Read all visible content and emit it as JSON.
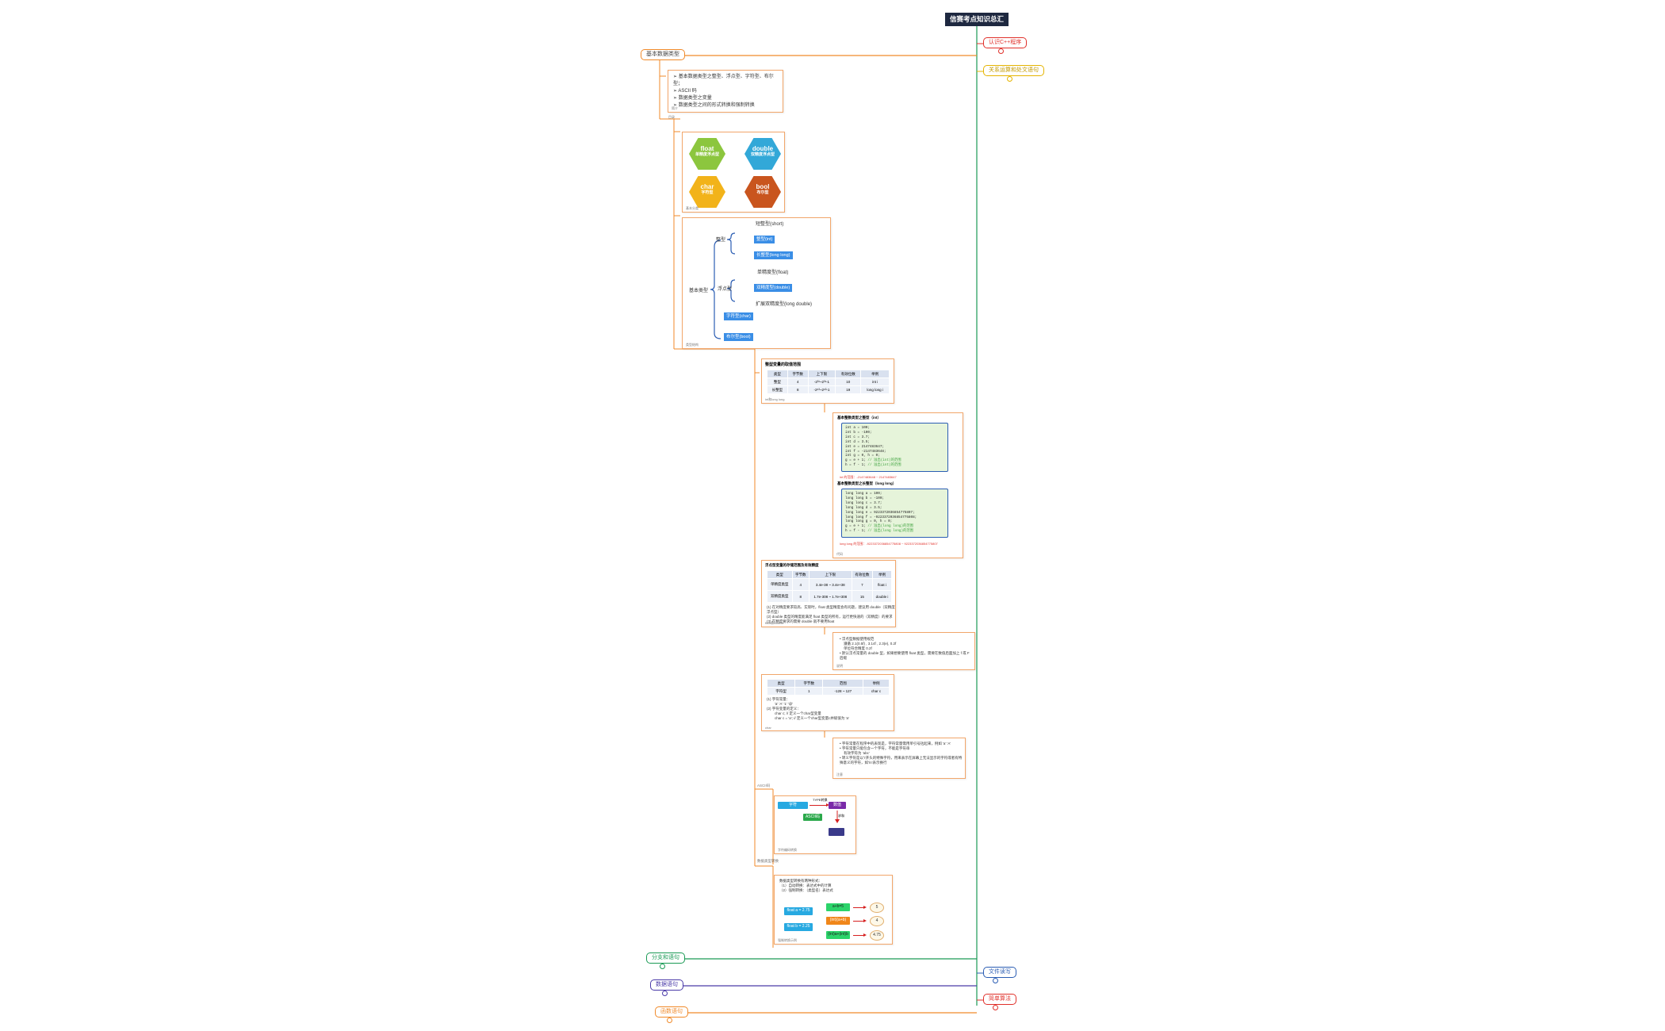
{
  "title": "信赛考点知识总汇",
  "branches_right": [
    {
      "id": "r1",
      "label": "认识C++程序",
      "color": "#e0302a"
    },
    {
      "id": "r2",
      "label": "关系运算和处文语句",
      "color": "#e5b400"
    },
    {
      "id": "r3",
      "label": "文件读写",
      "color": "#2b5db3"
    },
    {
      "id": "r4",
      "label": "简单算法",
      "color": "#e0302a"
    }
  ],
  "branches_left": [
    {
      "id": "l1",
      "label": "基本数据类型",
      "color": "#f08a2a"
    },
    {
      "id": "l2",
      "label": "分支和语句",
      "color": "#1a9a55"
    },
    {
      "id": "l3",
      "label": "数据语句",
      "color": "#4a3aa8"
    },
    {
      "id": "l4",
      "label": "函数语句",
      "color": "#f08a2a"
    }
  ],
  "summary": {
    "items": [
      "基本数据类型之整型、浮点型、字符型、布尔型；",
      "ASCII 码",
      "数据类型之变量",
      "数据类型之间的形式转换和强制转换"
    ],
    "caption": "简介"
  },
  "sub_caption_1": "目录",
  "hex_card": {
    "items": [
      {
        "t1": "float",
        "t2": "单精度浮点型",
        "color": "#8cc63e"
      },
      {
        "t1": "double",
        "t2": "双精度浮点型",
        "color": "#32a8d8"
      },
      {
        "t1": "char",
        "t2": "字符型",
        "color": "#f2b31a"
      },
      {
        "t1": "bool",
        "t2": "布尔型",
        "color": "#c9551e"
      }
    ],
    "caption": "基本分类"
  },
  "type_tree": {
    "root": "基本类型",
    "int_label": "整型",
    "int_items": [
      "短整型(short)",
      "整型(int)",
      "长整型(long long)"
    ],
    "float_label": "浮点型",
    "float_items": [
      "单精度型(float)",
      "双精度型(double)",
      "扩展双精度型(long double)"
    ],
    "char_item": "字符型(char)",
    "bool_item": "布尔型(bool)",
    "caption": "类型结构"
  },
  "int_table": {
    "title": "整型变量的取值范围",
    "headers": [
      "类型",
      "字节数",
      "上下限",
      "有效位数",
      "举例"
    ],
    "rows": [
      [
        "整型",
        "4",
        "-2³¹~2³¹-1",
        "10",
        "int i"
      ],
      [
        "长整型",
        "8",
        "-2⁶³~2⁶³-1",
        "19",
        "long long i"
      ]
    ],
    "caption": "int和long long"
  },
  "code_card": {
    "title1": "基本整数类型之整型（int）",
    "lines1": [
      "int a = 100;",
      "int b = -100;",
      "int c = 3.7;",
      "int d = 3.5;",
      "int e = 2147483647;",
      "int f = -2147483648;",
      "int g = 0, h = 0;",
      "g = e + 1;",
      "h = f - 1;"
    ],
    "comments1": [
      "",
      "",
      "",
      "",
      "",
      "",
      "",
      "// 溢出(int)的范围",
      "// 溢出(int)的范围"
    ],
    "note1": "int 的范围：-2147483648 ~ 2147483647",
    "title2": "基本整数类型之长整型（long long）",
    "lines2": [
      "long long a = 100;",
      "long long b = -100;",
      "long long c = 3.7;",
      "long long d = 3.5;",
      "long long e = 9223372036854775807;",
      "long long f = -9223372036854775808;",
      "long long g = 0, h = 0;",
      "g = e + 1;",
      "h = f - 1;"
    ],
    "comments2": [
      "",
      "",
      "",
      "",
      "",
      "",
      "",
      "// 溢出(long long)的范围",
      "// 溢出(long long)的范围"
    ],
    "note2": "long long 的范围：-9223372036854775808 ~ 9223372036854775807",
    "caption": "代码"
  },
  "float_table": {
    "title": "浮点型变量的存储范围及有效精度",
    "headers": [
      "类型",
      "字节数",
      "上下限",
      "有效位数",
      "举例"
    ],
    "rows": [
      [
        "单精度类型",
        "4",
        "3.4e-38 ~ 3.4e+38",
        "7",
        "float i"
      ],
      [
        "双精度类型",
        "8",
        "1.7e-308 ~ 1.7e+308",
        "15",
        "double i"
      ]
    ],
    "notes": [
      "(1) 在对精度要求较高、实际时，float 类型精度会有问题，建议用 double（双精度浮点型）",
      "(2) double 类型的精度能满足 float 类型的所有，运行更快速的（双精度）的要求",
      "(3) 在精度要求的需要 double 就不要用float"
    ],
    "caption": "float和double"
  },
  "float_note": {
    "items": [
      "浮点型数据使用规范",
      "遵循 2.1(0.5f) , 3.14f , 2.3(e), 0.2f",
      "单位符合精度 0.2f",
      "默认浮点常量的 double 型，如果想要使用 float 类型，需要在数值后面加上 f 或 F 后缀"
    ],
    "caption": "说明"
  },
  "char_table": {
    "headers": [
      "类型",
      "字节数",
      "范围",
      "举例"
    ],
    "rows": [
      [
        "字符型",
        "1",
        "-128 ~ 127",
        "char c"
      ]
    ],
    "notes": [
      "(1) 字符常量：",
      "'a'  'A'  '1'  '@'",
      "(2) 字符变量的定义：",
      "char c;  // 定义一个char型变量",
      "char c = 'a';  // 定义一个char型变量c并赋值为 'a'"
    ],
    "caption": "char"
  },
  "char_note": {
    "items": [
      "字符常量在程序中的表现是，字符常量需用单引号括起来，例如 'a' 'A'",
      "字符常量只能包含一个字符，不能是字符串",
      "有效字符为 'abc'",
      "转义字符是以'\\'开头的特殊字符，用来表示在屏幕上无法显示的字符或者有特殊意义的字符，如'\\n'表示换行"
    ],
    "caption": "注意"
  },
  "ascii_caption": "ASCII码",
  "ascii_card": {
    "items": [
      "字符",
      "ASCII码",
      "数值"
    ],
    "labels": [
      "TYPE转换",
      "求和"
    ],
    "caption": "字符编码转换"
  },
  "convert_caption": "数据类型转换",
  "convert_card": {
    "intro": [
      "数据类型转换有两种形式：",
      "（1）自动转换：表达式中的计算",
      "（2）强制转换：（类型名）表达式"
    ],
    "inputs": [
      "float a = 2.75",
      "float b = 2.25"
    ],
    "ops": [
      "a+b=5",
      "(int)(a+b)",
      "(int)a+(int)b"
    ],
    "results": [
      "5",
      "4",
      "4.75"
    ],
    "caption": "强制转换示例"
  }
}
